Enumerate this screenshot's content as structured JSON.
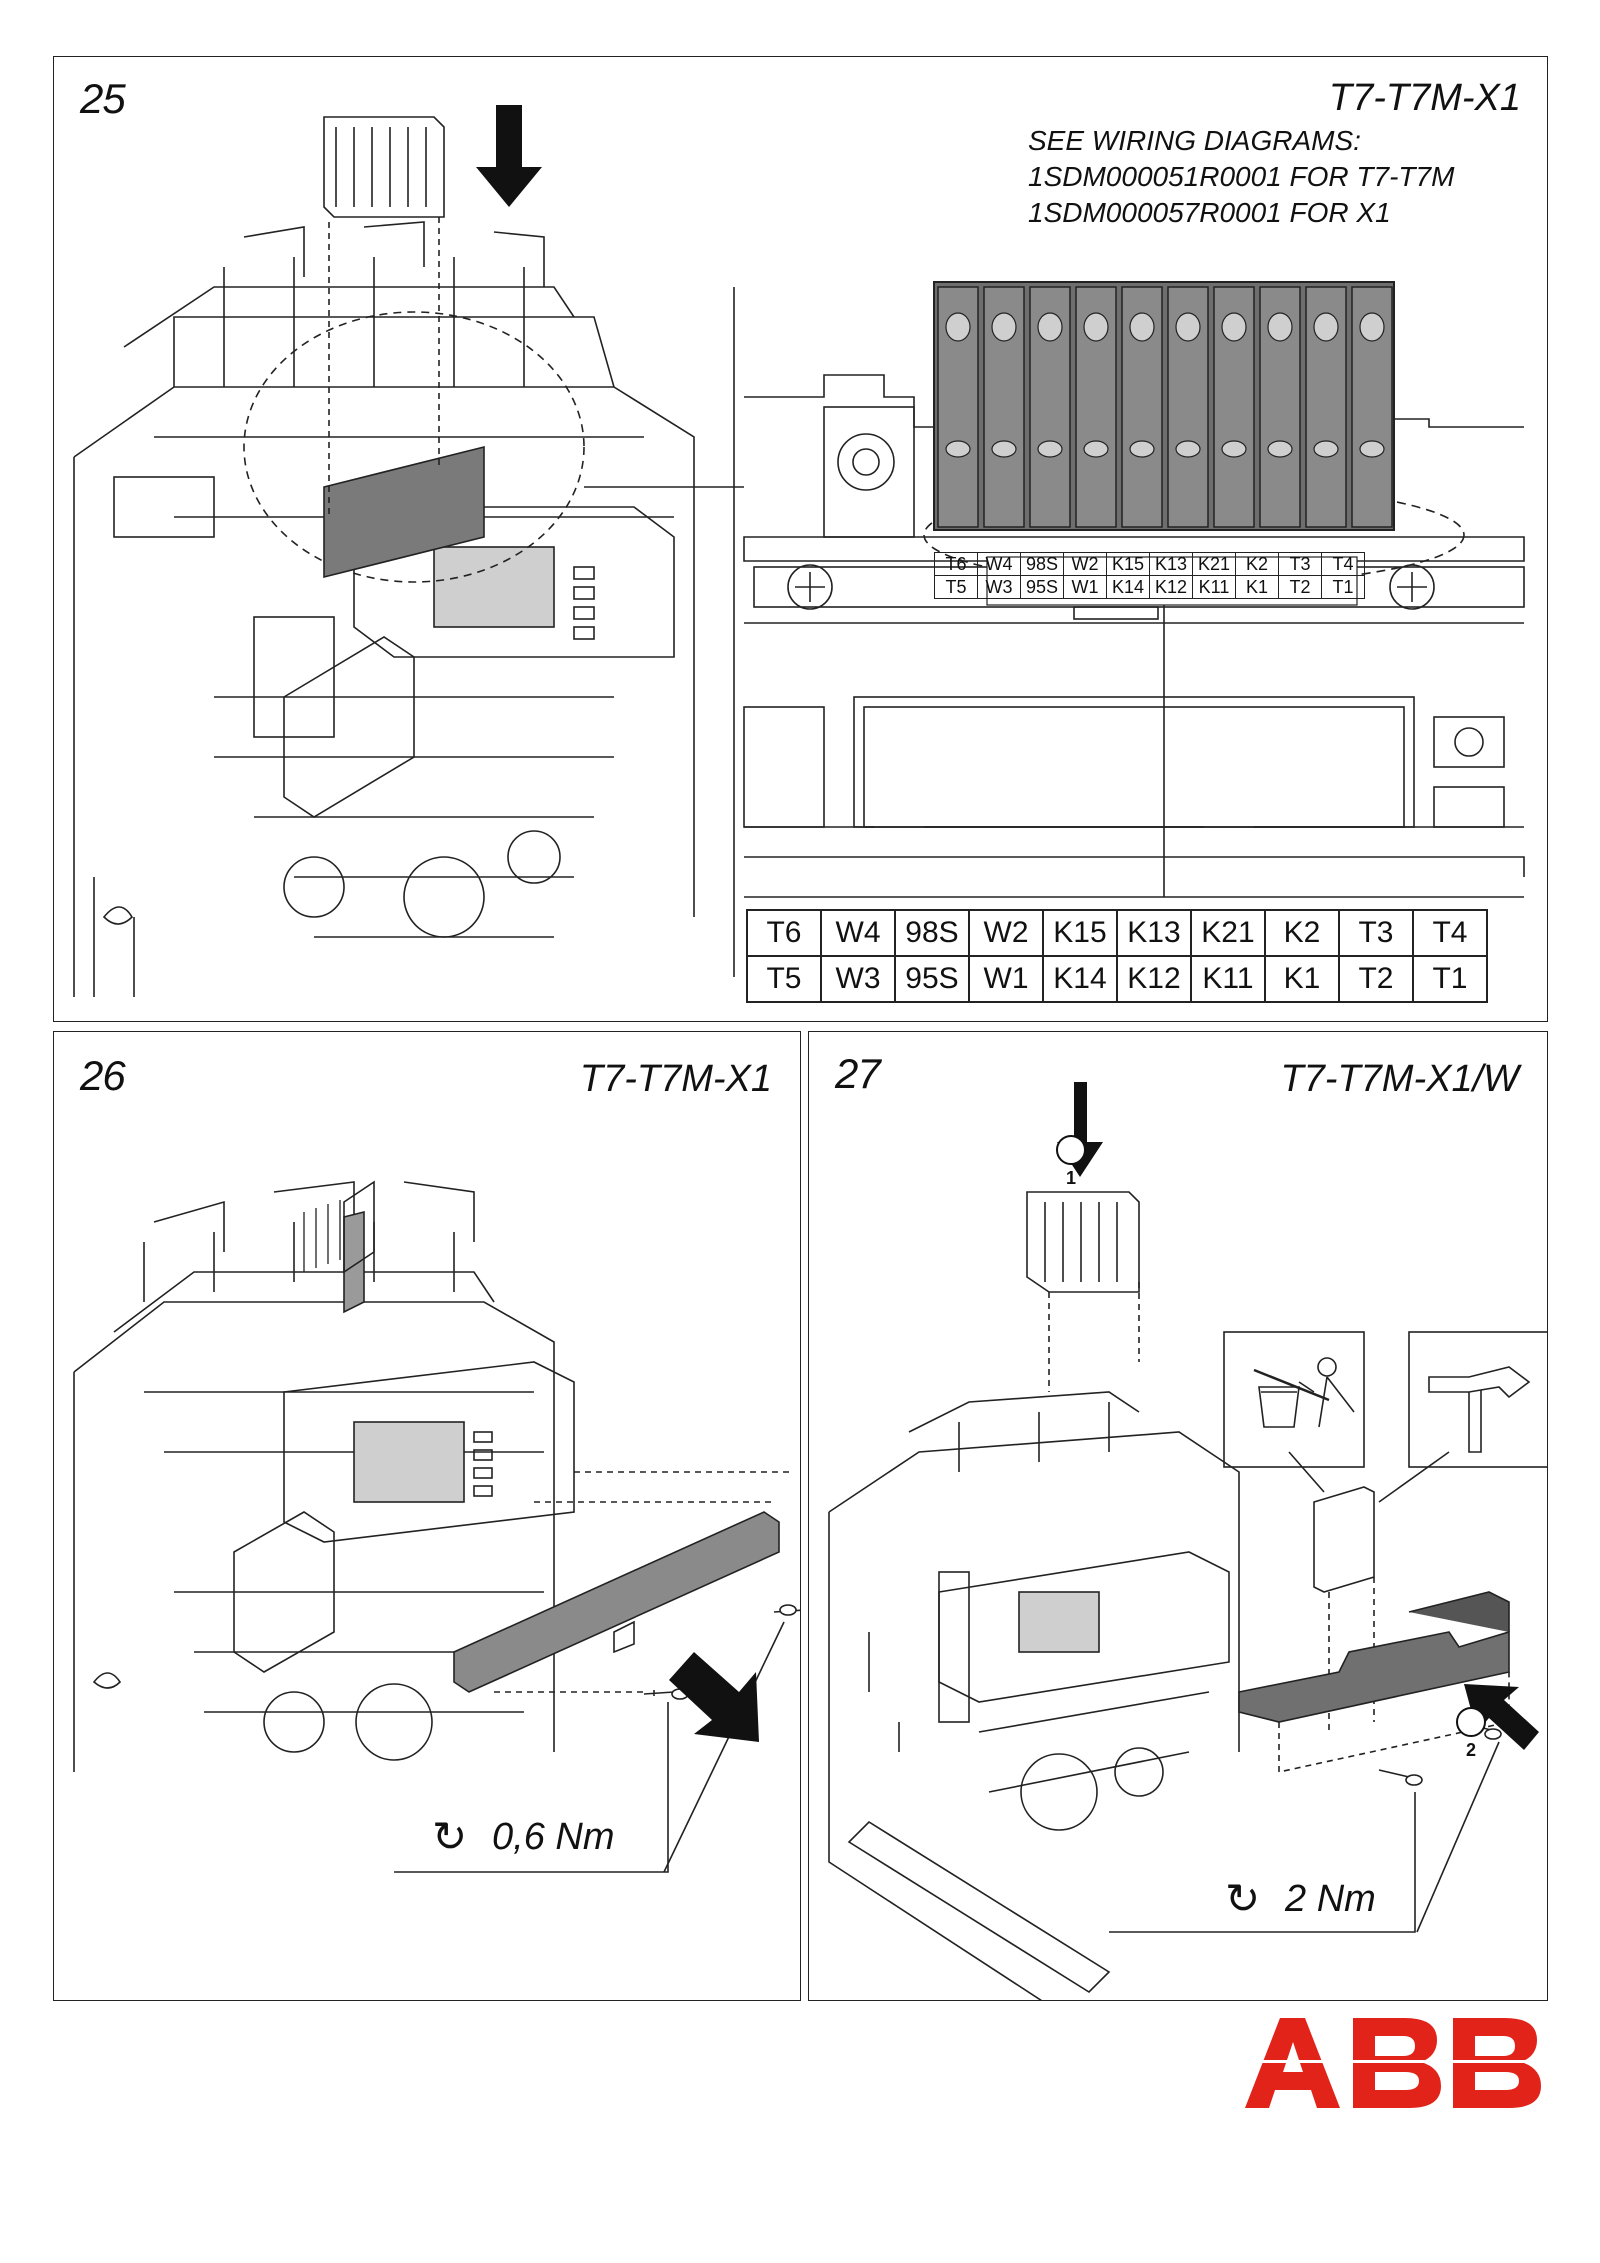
{
  "step25": {
    "number": "25",
    "model": "T7-T7M-X1",
    "wiring_lines": [
      "SEE WIRING DIAGRAMS:",
      "1SDM000051R0001 FOR T7-T7M",
      "1SDM000057R0001 FOR X1"
    ],
    "terminals_small_top": [
      "T6",
      "W4",
      "98S",
      "W2",
      "K15",
      "K13",
      "K21",
      "K2",
      "T3",
      "T4"
    ],
    "terminals_small_bottom": [
      "T5",
      "W3",
      "95S",
      "W1",
      "K14",
      "K12",
      "K11",
      "K1",
      "T2",
      "T1"
    ],
    "terminals_top": [
      "T6",
      "W4",
      "98S",
      "W2",
      "K15",
      "K13",
      "K21",
      "K2",
      "T3",
      "T4"
    ],
    "terminals_bottom": [
      "T5",
      "W3",
      "95S",
      "W1",
      "K14",
      "K12",
      "K11",
      "K1",
      "T2",
      "T1"
    ]
  },
  "step26": {
    "number": "26",
    "model": "T7-T7M-X1",
    "torque": "0,6 Nm"
  },
  "step27": {
    "number": "27",
    "model": "T7-T7M-X1/W",
    "torque": "2 Nm",
    "callouts": [
      "1",
      "2"
    ]
  },
  "brand": {
    "logo": "ABB",
    "color": "#e2231a"
  }
}
